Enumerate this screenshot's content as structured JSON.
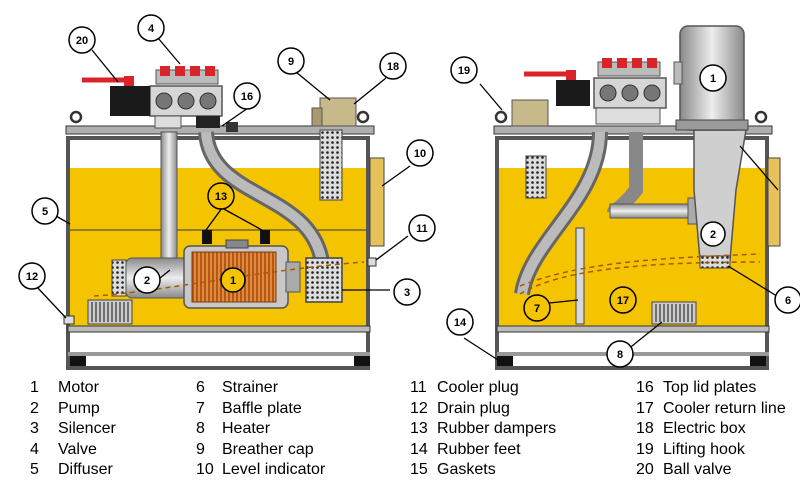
{
  "callouts": {
    "left": [
      "20",
      "4",
      "16",
      "9",
      "18",
      "10",
      "5",
      "13",
      "1",
      "2",
      "11",
      "3",
      "12"
    ],
    "right": [
      "19",
      "1",
      "2",
      "6",
      "7",
      "17",
      "14",
      "8"
    ]
  },
  "legend": [
    {
      "num": "1",
      "label": "Motor"
    },
    {
      "num": "2",
      "label": "Pump"
    },
    {
      "num": "3",
      "label": "Silencer"
    },
    {
      "num": "4",
      "label": "Valve"
    },
    {
      "num": "5",
      "label": "Diffuser"
    },
    {
      "num": "6",
      "label": "Strainer"
    },
    {
      "num": "7",
      "label": "Baffle plate"
    },
    {
      "num": "8",
      "label": "Heater"
    },
    {
      "num": "9",
      "label": "Breather cap"
    },
    {
      "num": "10",
      "label": "Level indicator"
    },
    {
      "num": "11",
      "label": "Cooler plug"
    },
    {
      "num": "12",
      "label": "Drain plug"
    },
    {
      "num": "13",
      "label": "Rubber dampers"
    },
    {
      "num": "14",
      "label": "Rubber feet"
    },
    {
      "num": "15",
      "label": "Gaskets"
    },
    {
      "num": "16",
      "label": "Top lid plates"
    },
    {
      "num": "17",
      "label": "Cooler return line"
    },
    {
      "num": "18",
      "label": "Electric box"
    },
    {
      "num": "19",
      "label": "Lifting hook"
    },
    {
      "num": "20",
      "label": "Ball valve"
    }
  ],
  "colors": {
    "oil": "#f5c400",
    "steel": "#c8c8c8",
    "lid": "#b0b0b0",
    "valve_red": "#d9252a",
    "box_tan": "#c8b98a"
  }
}
